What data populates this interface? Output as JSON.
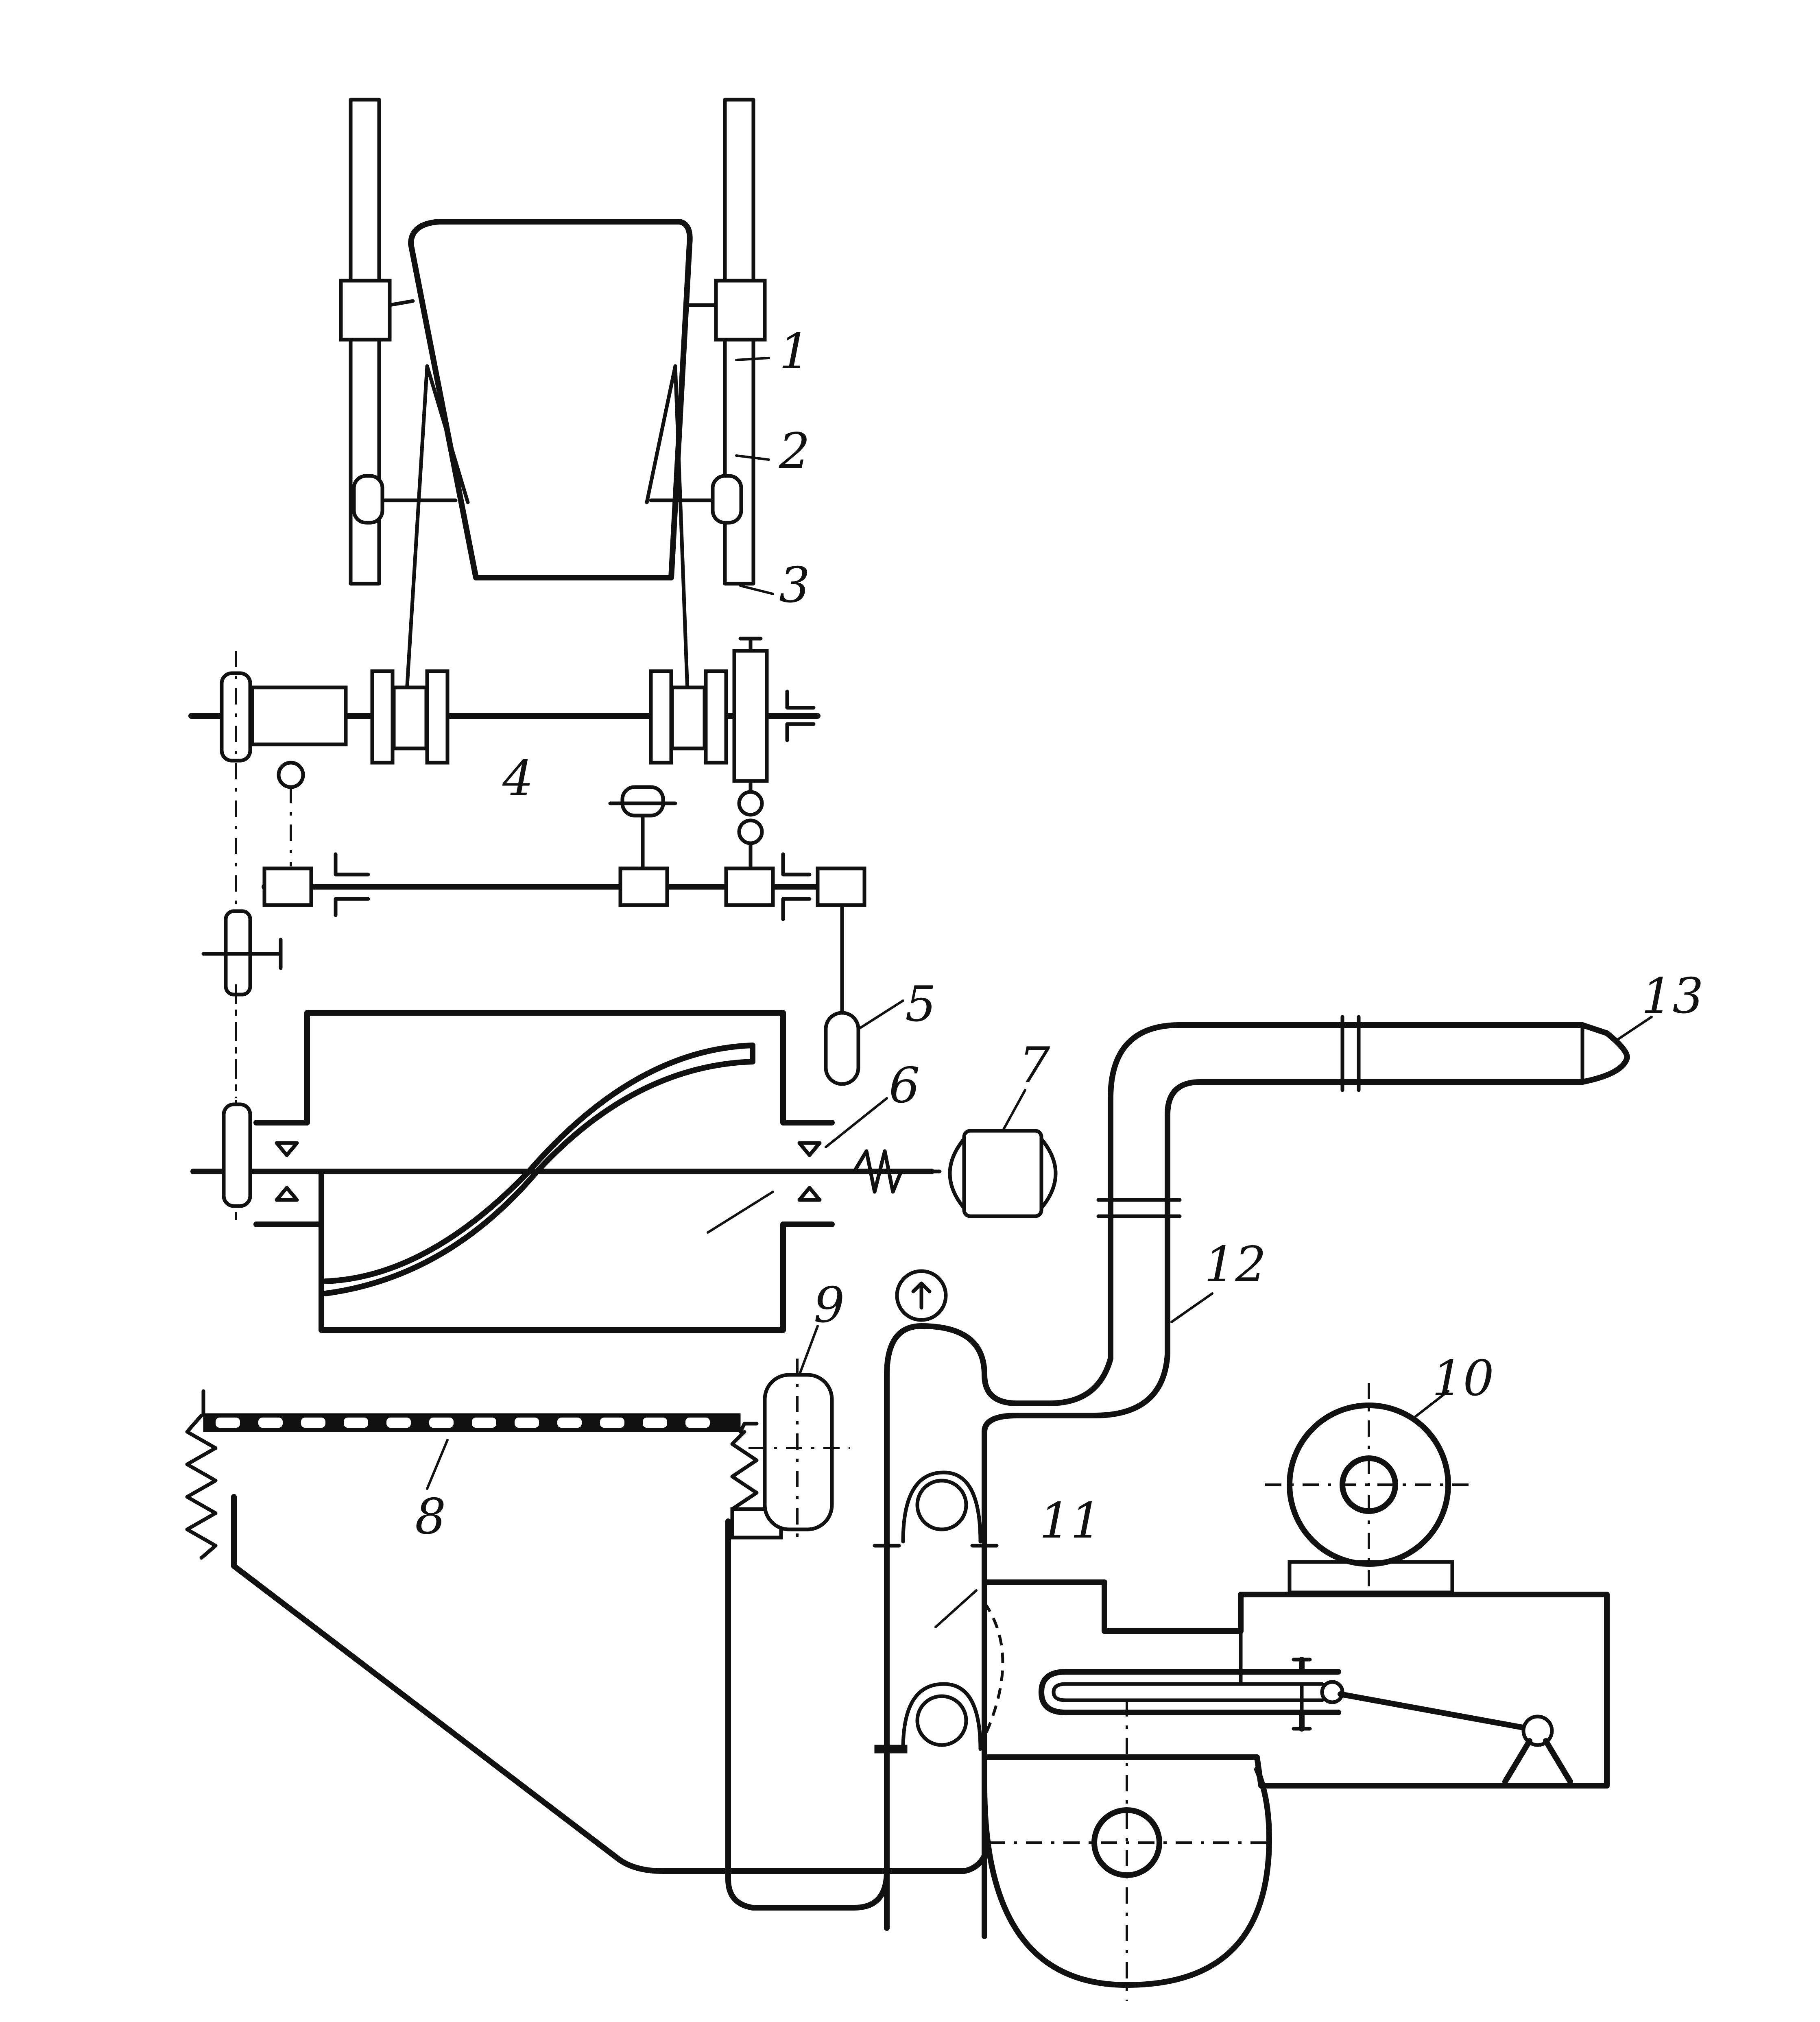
{
  "labels": [
    "1",
    "2",
    "3",
    "4",
    "5",
    "6",
    "7",
    "8",
    "9",
    "10",
    "11",
    "12",
    "13"
  ],
  "colors": {
    "ink": "#111111",
    "paper": "#ffffff"
  }
}
